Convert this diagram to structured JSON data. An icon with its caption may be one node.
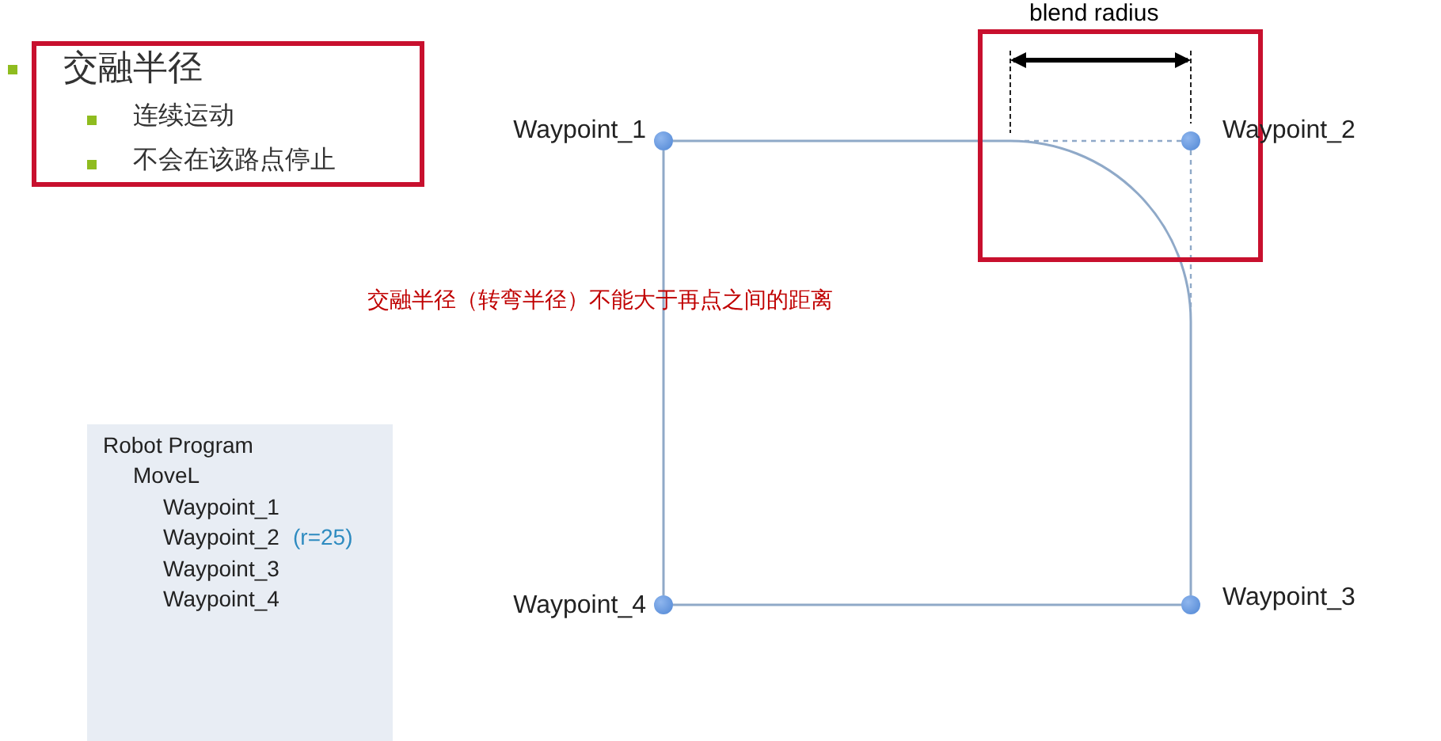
{
  "diagram": {
    "nodes": [
      {
        "text": [],
        "shape": "circle",
        "beside": [
          "Waypoint_1"
        ]
      },
      {
        "text": [],
        "shape": "circle",
        "beside": [
          "Waypoint_2"
        ]
      },
      {
        "text": [],
        "shape": "circle",
        "beside": [
          "Waypoint_3"
        ]
      },
      {
        "text": [],
        "shape": "circle",
        "beside": [
          "Waypoint_4"
        ]
      },
      {
        "text": [
          "交融半径",
          "连续运动",
          "不会在该路点停止"
        ]
      },
      {
        "text": [
          "Robot Program",
          "MoveL",
          "Waypoint_1",
          "Waypoint_2",
          "(r=25)",
          "Waypoint_3",
          "Waypoint_4"
        ]
      }
    ],
    "edges": [
      {
        "from": 0,
        "to": 2,
        "arrow": "none"
      },
      {
        "from": 2,
        "to": 3,
        "arrow": "none"
      },
      {
        "from": 3,
        "to": 0,
        "arrow": "none"
      },
      {
        "from": 1,
        "to": null,
        "arrow": "none",
        "style": "dashed"
      },
      {
        "from": 1,
        "to": null,
        "arrow": "none",
        "style": "dashed"
      }
    ],
    "labels": [
      "blend radius",
      "交融半径（转弯半径）不能大于再点之间的距离"
    ]
  }
}
